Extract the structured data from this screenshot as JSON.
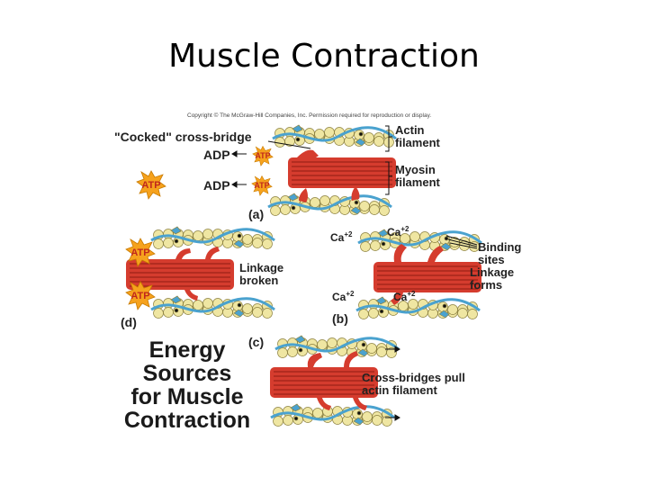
{
  "slide": {
    "title": "Muscle Contraction"
  },
  "figure": {
    "copyright": "Copyright © The McGraw-Hill Companies, Inc. Permission required for reproduction or display.",
    "cocked_cross_bridge": "\"Cocked\" cross-bridge",
    "actin_line1": "Actin",
    "actin_line2": "filament",
    "myosin_line1": "Myosin",
    "myosin_line2": "filament",
    "adp": "ADP",
    "atp": "ATP",
    "panel_a": "(a)",
    "panel_b": "(b)",
    "panel_c": "(c)",
    "panel_d": "(d)",
    "ca": "Ca",
    "ca_charge": "+2",
    "binding_line1": "Binding",
    "binding_line2": "sites",
    "linkage_forms_line1": "Linkage",
    "linkage_forms_line2": "forms",
    "linkage_broken_line1": "Linkage",
    "linkage_broken_line2": "broken",
    "pull_line1": "Cross-bridges pull",
    "pull_line2": "actin filament",
    "energy_line1": "Energy",
    "energy_line2": "Sources",
    "energy_line3": "for Muscle",
    "energy_line4": "Contraction"
  },
  "colors": {
    "actin_bead": "#efe6a2",
    "actin_outline": "#8d8240",
    "tropomyosin": "#4aa2cf",
    "myosin": "#d53c2e",
    "myosin_dark": "#8f1d12",
    "atp_star": "#f6a21d"
  }
}
